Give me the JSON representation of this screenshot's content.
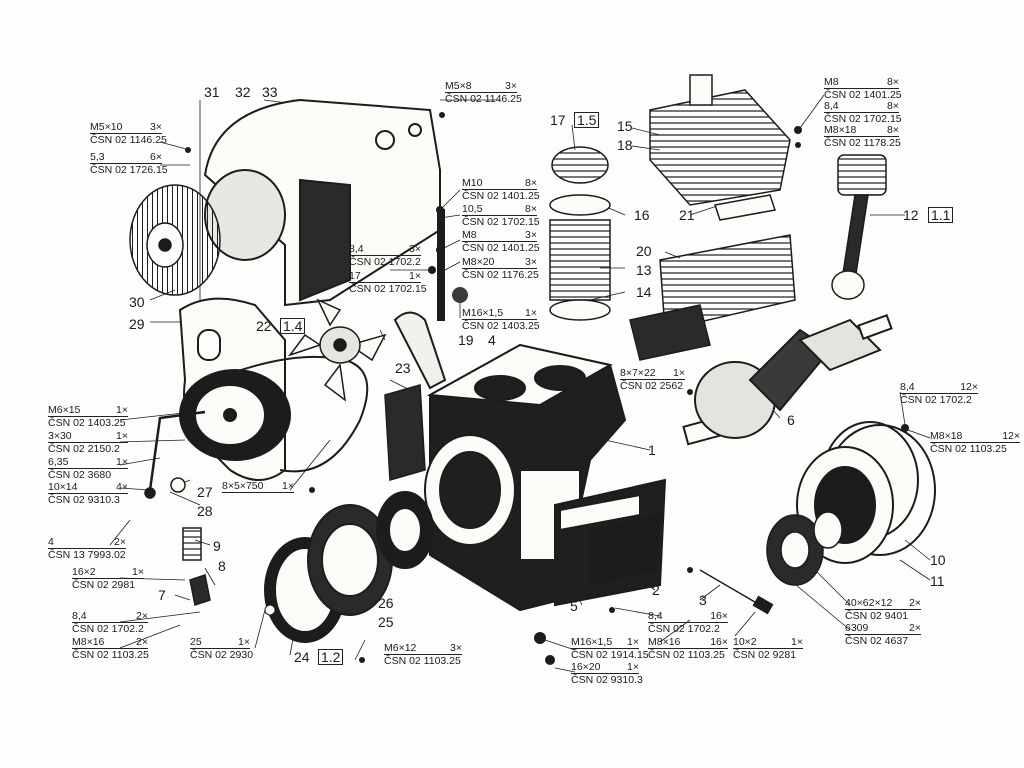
{
  "part_numbers": {
    "p1": "1",
    "p2": "2",
    "p3": "3",
    "p4": "4",
    "p5": "5",
    "p6": "6",
    "p7": "7",
    "p8": "8",
    "p9": "9",
    "p10": "10",
    "p11": "11",
    "p12": "12",
    "p13": "13",
    "p14": "14",
    "p15": "15",
    "p16": "16",
    "p17": "17",
    "p18": "18",
    "p19": "19",
    "p20": "20",
    "p21": "21",
    "p22": "22",
    "p23": "23",
    "p24": "24",
    "p25": "25",
    "p26": "26",
    "p27": "27",
    "p28": "28",
    "p29": "29",
    "p30": "30",
    "p31": "31",
    "p32": "32",
    "p33": "33"
  },
  "group_refs": {
    "g12": "1.1",
    "g17": "1.5",
    "g22": "1.4",
    "g24": "1.2"
  },
  "specs": {
    "s01": {
      "a": "M5×10",
      "aq": "3×",
      "b": "ČSN 02 1146.25"
    },
    "s02": {
      "a": "5,3",
      "aq": "6×",
      "b": "ČSN 02 1726.15"
    },
    "s03": {
      "a": "M5×8",
      "aq": "3×",
      "b": "ČSN 02 1146.25"
    },
    "s04": {
      "a": "M8",
      "aq": "8×",
      "b": "ČSN 02 1401.25"
    },
    "s05": {
      "a": "8,4",
      "aq": "8×",
      "b": "ČSN 02 1702.15"
    },
    "s06": {
      "a": "M8×18",
      "aq": "8×",
      "b": "ČSN 02 1178.25"
    },
    "s07": {
      "a": "M10",
      "aq": "8×",
      "b": "ČSN 02 1401.25"
    },
    "s08": {
      "a": "10,5",
      "aq": "8×",
      "b": "ČSN 02 1702.15"
    },
    "s09": {
      "a": "M8",
      "aq": "3×",
      "b": "ČSN 02 1401.25"
    },
    "s10": {
      "a": "M8×20",
      "aq": "3×",
      "b": "ČSN 02 1176.25"
    },
    "s11": {
      "a": "8,4",
      "aq": "3×",
      "b": "ČSN 02 1702.2"
    },
    "s12": {
      "a": "17",
      "aq": "1×",
      "b": "ČSN 02 1702.15"
    },
    "s13": {
      "a": "M16×1,5",
      "aq": "1×",
      "b": "ČSN 02 1403.25"
    },
    "s14": {
      "a": "8×7×22",
      "aq": "1×",
      "b": "ČSN 02 2562"
    },
    "s15": {
      "a": "8,4",
      "aq": "12×",
      "b": "ČSN 02 1702.2"
    },
    "s16": {
      "a": "M8×18",
      "aq": "12×",
      "b": "ČSN 02 1103.25"
    },
    "s17": {
      "a": "M6×15",
      "aq": "1×",
      "b": "ČSN 02 1403.25"
    },
    "s18": {
      "a": "3×30",
      "aq": "1×",
      "b": "ČSN 02 2150.2"
    },
    "s19": {
      "a": "6,35",
      "aq": "1×",
      "b": "ČSN 02 3680"
    },
    "s20": {
      "a": "10×14",
      "aq": "4×",
      "b": "ČSN 02 9310.3"
    },
    "s21": {
      "a": "8×5×750",
      "aq": "1×",
      "b": ""
    },
    "s22": {
      "a": "4",
      "aq": "2×",
      "b": "ČSN 13 7993.02"
    },
    "s23": {
      "a": "16×2",
      "aq": "1×",
      "b": "ČSN 02 2981"
    },
    "s24": {
      "a": "8,4",
      "aq": "2×",
      "b": "ČSN 02 1702.2"
    },
    "s25": {
      "a": "M8×16",
      "aq": "2×",
      "b": "ČSN 02 1103.25"
    },
    "s26": {
      "a": "25",
      "aq": "1×",
      "b": "ČSN 02 2930"
    },
    "s27": {
      "a": "M6×12",
      "aq": "3×",
      "b": "ČSN 02 1103.25"
    },
    "s28": {
      "a": "M16×1,5",
      "aq": "1×",
      "b": "ČSN 02 1914.15"
    },
    "s29": {
      "a": "16×20",
      "aq": "1×",
      "b": "ČSN 02 9310.3"
    },
    "s30": {
      "a": "8,4",
      "aq": "16×",
      "b": "ČSN 02 1702.2"
    },
    "s31": {
      "a": "M8×16",
      "aq": "16×",
      "b": "ČSN 02 1103.25"
    },
    "s32": {
      "a": "10×2",
      "aq": "1×",
      "b": "ČSN 02 9281"
    },
    "s33": {
      "a": "40×62×12",
      "aq": "2×",
      "b": "ČSN 02 9401"
    },
    "s34": {
      "a": "6309",
      "aq": "2×",
      "b": "ČSN 02 4637"
    }
  },
  "colors": {
    "ink": "#1c1c1c",
    "paper": "#fdfdfb",
    "shade": "#3a3a3a"
  }
}
